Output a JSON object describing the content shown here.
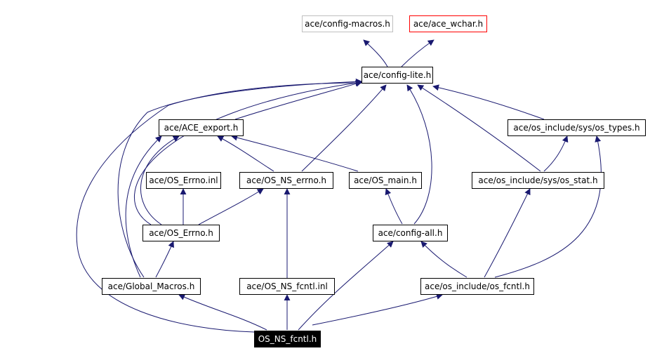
{
  "graph": {
    "edge_color": "#191970",
    "nodes": {
      "config_macros": "ace/config-macros.h",
      "ace_wchar": "ace/ace_wchar.h",
      "config_lite": "ace/config-lite.h",
      "ace_export": "ace/ACE_export.h",
      "os_types": "ace/os_include/sys/os_types.h",
      "os_errno_inl": "ace/OS_Errno.inl",
      "os_ns_errno": "ace/OS_NS_errno.h",
      "os_main": "ace/OS_main.h",
      "os_stat": "ace/os_include/sys/os_stat.h",
      "os_errno": "ace/OS_Errno.h",
      "config_all": "ace/config-all.h",
      "global_macros": "ace/Global_Macros.h",
      "os_ns_fcntl_inl": "ace/OS_NS_fcntl.inl",
      "os_fcntl": "ace/os_include/os_fcntl.h",
      "os_ns_fcntl": "OS_NS_fcntl.h"
    }
  }
}
